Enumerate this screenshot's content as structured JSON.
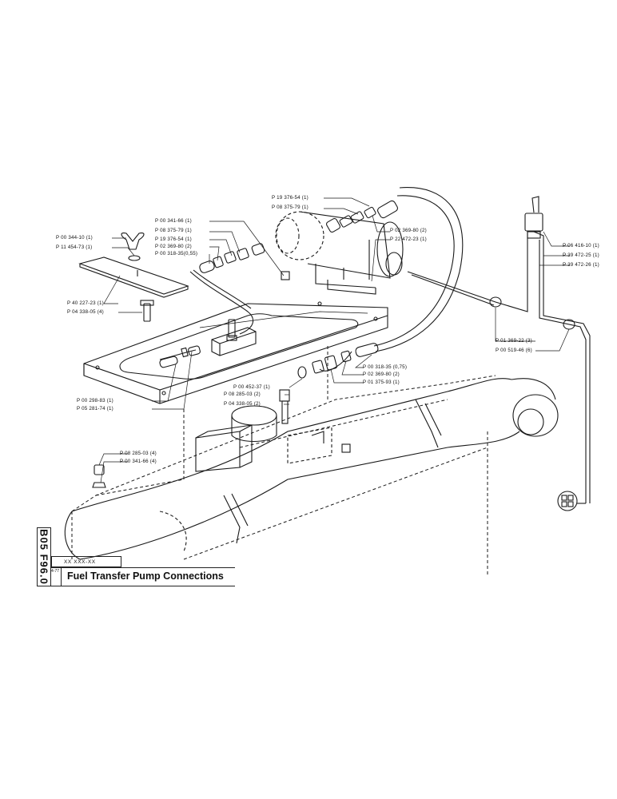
{
  "sheet": {
    "code": "B05 F96.0",
    "small_code": "XX XXX-XX",
    "mini_number": "4-77",
    "title": "Fuel Transfer Pump Connections"
  },
  "labels": {
    "p19376_54_top": "P 19 376-54 (1)",
    "p08375_79_top": "P 08 375-79 (1)",
    "p02369_80_top": "P 02 369-80 (2)",
    "p22472_23": "P 22 472-23 (1)",
    "p00341_66_top": "P 00 341-66 (1)",
    "p08375_79_mid": "P 08 375-79 (1)",
    "p19376_54_mid": "P 19 376-54 (1)",
    "p02369_80_mid": "P 02 369-80 (2)",
    "p00318_35_a": "P 00 318-35(0,55)",
    "p00344_10": "P 00 344-10 (1)",
    "p11454_73": "P 11 454-73 (1)",
    "p40227_23": "P 40 227-23 (1)",
    "p04338_05_left": "P 04 338-05 (4)",
    "p06416_10": "P 06 416-10 (1)",
    "p39472_25": "P 39 472-25 (1)",
    "p39472_26": "P 39 472-26 (1)",
    "p01369_22": "P 01 369-22 (3)",
    "p00519_46": "P 00 519-46 (6)",
    "p00318_35_b": "P 00 318-35 (0,75)",
    "p02369_80_low": "P 02 369-80 (2)",
    "p01375_93": "P 01 375-93 (1)",
    "p00452_37": "P 00 452-37 (1)",
    "p08285_03_mid": "P 08 285-03 (2)",
    "p04338_05_mid": "P 04 338-05 (2)",
    "p00298_83": "P 00 298-83 (1)",
    "p05281_74": "P 05 281-74 (1)",
    "p08285_03_low": "P 08 285-03 (4)",
    "p00341_66_low": "P 00 341-66 (4)"
  }
}
